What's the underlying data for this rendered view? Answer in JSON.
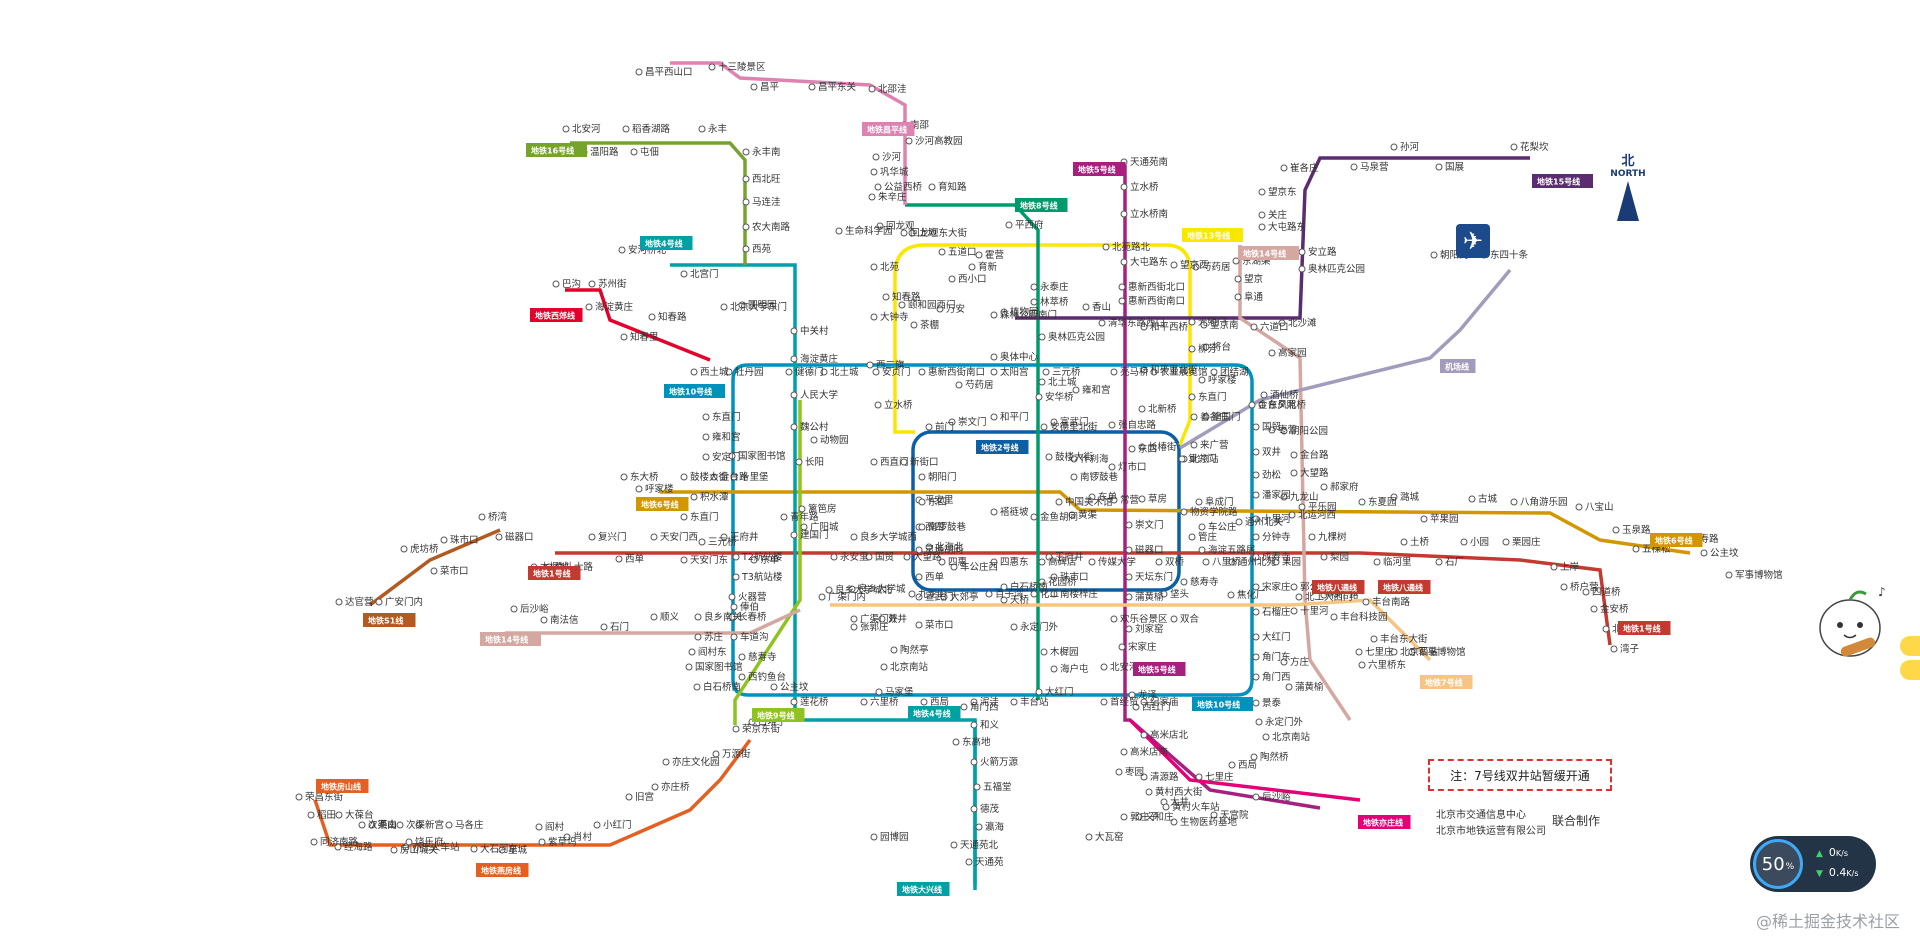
{
  "colors": {
    "line1": "#c23a30",
    "line2": "#0b5fa5",
    "line4": "#00a1a6",
    "line5": "#a6217f",
    "line6": "#d29700",
    "line7": "#f6c582",
    "line8": "#009b6b",
    "line9": "#8fc31f",
    "line10": "#0092bc",
    "line13": "#f9e700",
    "line14": "#d5a7a1",
    "line15": "#5b2c6f",
    "line16": "#76a32e",
    "changping": "#de82b2",
    "fangshan": "#e46022",
    "yanfang": "#e46022",
    "yizhuang": "#e40077",
    "daxing": "#00a1a6",
    "s1": "#b35a20",
    "xijiao": "#e4002b",
    "batong": "#c23a30",
    "airport": "#a29bbb",
    "capital_airport": "#a29bbb"
  },
  "badges": [
    {
      "name": "changping-badge",
      "text": "地铁昌平线",
      "color": "#de82b2"
    },
    {
      "name": "line16-badge",
      "text": "地铁16号线",
      "color": "#76a32e"
    },
    {
      "name": "line4-badge",
      "text": "地铁4号线",
      "color": "#00a1a6"
    },
    {
      "name": "line8-badge",
      "text": "地铁8号线",
      "color": "#009b6b"
    },
    {
      "name": "line5-badge",
      "text": "地铁5号线",
      "color": "#a6217f"
    },
    {
      "name": "line13-badge",
      "text": "地铁13号线",
      "color": "#f9e700"
    },
    {
      "name": "line14-badge-north",
      "text": "地铁14号线",
      "color": "#d5a7a1"
    },
    {
      "name": "line15-badge",
      "text": "地铁15号线",
      "color": "#5b2c6f"
    },
    {
      "name": "xijiao-badge",
      "text": "地铁西郊线",
      "color": "#e4002b"
    },
    {
      "name": "line10-badge",
      "text": "地铁10号线",
      "color": "#0092bc"
    },
    {
      "name": "airport-badge",
      "text": "机场线",
      "color": "#a29bbb"
    },
    {
      "name": "line2-badge",
      "text": "地铁2号线",
      "color": "#0b5fa5"
    },
    {
      "name": "line6-badge-west",
      "text": "地铁6号线",
      "color": "#d29700"
    },
    {
      "name": "line6-badge-east",
      "text": "地铁6号线",
      "color": "#d29700"
    },
    {
      "name": "line1-badge",
      "text": "地铁1号线",
      "color": "#c23a30"
    },
    {
      "name": "batong-badge",
      "text": "地铁八通线",
      "color": "#c23a30"
    },
    {
      "name": "batong-badge-2",
      "text": "地铁八通线",
      "color": "#c23a30"
    },
    {
      "name": "line1-badge-east",
      "text": "地铁1号线",
      "color": "#c23a30"
    },
    {
      "name": "s1-badge",
      "text": "地铁S1线",
      "color": "#b35a20"
    },
    {
      "name": "line14-badge-west",
      "text": "地铁14号线",
      "color": "#d5a7a1"
    },
    {
      "name": "line9-badge",
      "text": "地铁9号线",
      "color": "#8fc31f"
    },
    {
      "name": "line4-badge-south",
      "text": "地铁4号线",
      "color": "#00a1a6"
    },
    {
      "name": "line5-badge-south",
      "text": "地铁5号线",
      "color": "#a6217f"
    },
    {
      "name": "line10-badge-south",
      "text": "地铁10号线",
      "color": "#0092bc"
    },
    {
      "name": "line7-badge",
      "text": "地铁7号线",
      "color": "#f6c582"
    },
    {
      "name": "fangshan-badge",
      "text": "地铁房山线",
      "color": "#e46022"
    },
    {
      "name": "yanfang-badge",
      "text": "地铁燕房线",
      "color": "#e46022"
    },
    {
      "name": "yizhuang-badge",
      "text": "地铁亦庄线",
      "color": "#e40077"
    },
    {
      "name": "daxing-badge",
      "text": "地铁大兴线",
      "color": "#00a1a6"
    }
  ],
  "stations": [
    "昌平西山口",
    "十三陵景区",
    "昌平",
    "昌平东关",
    "北邵洼",
    "南邵",
    "沙河高教园",
    "沙河",
    "巩华城",
    "朱辛庄",
    "生命科学园",
    "北安河",
    "稻香湖路",
    "永丰",
    "温阳路",
    "屯佃",
    "永丰南",
    "西北旺",
    "马连洼",
    "农大南路",
    "西苑",
    "安河桥北",
    "北宫门",
    "圆明园",
    "北京大学东门",
    "中关村",
    "海淀黄庄",
    "人民大学",
    "魏公村",
    "国家图书馆",
    "动物园",
    "西直门",
    "新街口",
    "平安里",
    "西四",
    "灵境胡同",
    "西单",
    "宣武门",
    "菜市口",
    "陶然亭",
    "北京南站",
    "马家堡",
    "角门西",
    "公益西桥",
    "育知路",
    "平西府",
    "回龙观东大街",
    "霍营",
    "育新",
    "西小口",
    "永泰庄",
    "林萃桥",
    "森林公园南门",
    "奥林匹克公园",
    "奥体中心",
    "北土城",
    "安华桥",
    "安德里北街",
    "鼓楼大街",
    "什刹海",
    "南锣鼓巷",
    "中国美术馆",
    "金鱼胡同",
    "王府井",
    "珠市口",
    "天桥",
    "永定门外",
    "木樨园",
    "海户屯",
    "大红门",
    "和义",
    "东高地",
    "火箭万源",
    "五福堂",
    "德茂",
    "瀛海",
    "天通苑北",
    "天通苑",
    "天通苑南",
    "立水桥",
    "立水桥南",
    "北苑路北",
    "大屯路东",
    "惠新西街北口",
    "惠新西街南口",
    "和平西桥",
    "和平里北街",
    "雍和宫",
    "北新桥",
    "张自忠路",
    "东四",
    "灯市口",
    "东单",
    "崇文门",
    "磁器口",
    "天坛东门",
    "蒲黄榆",
    "刘家窑",
    "宋家庄",
    "北安河",
    "龙泽",
    "回龙观",
    "上地",
    "五道口",
    "知春路",
    "大钟寺",
    "西二旗",
    "立水桥",
    "北苑",
    "望京西",
    "芍药居",
    "光熙门",
    "柳芳",
    "东直门",
    "善各庄",
    "来广营",
    "东湖渠",
    "望京",
    "阜通",
    "望京南",
    "将台",
    "高家园",
    "酒仙桥",
    "东风北桥",
    "枣营",
    "朝阳公园",
    "金台路",
    "大望路",
    "九龙山",
    "平乐园",
    "北工大西门",
    "十里河",
    "方庄",
    "蒲黄榆",
    "景泰",
    "永定门外",
    "北京南站",
    "陶然桥",
    "西局",
    "七里庄",
    "大井",
    "郭庄子",
    "大瓦窑",
    "园博园",
    "张郭庄",
    "俸伯",
    "顺义",
    "石门",
    "南法信",
    "后沙峪",
    "花梨坎",
    "国展",
    "孙河",
    "马泉营",
    "崔各庄",
    "望京东",
    "关庄",
    "大屯路东",
    "安立路",
    "奥林匹克公园",
    "北沙滩",
    "六道口",
    "清华东路西口",
    "香山",
    "植物园",
    "万安",
    "茶棚",
    "颐和园西门",
    "巴沟",
    "苏州街",
    "海淀黄庄",
    "知春里",
    "知春路",
    "西土城",
    "牡丹园",
    "健德门",
    "北土城",
    "安贞门",
    "惠新西街南口",
    "芍药居",
    "太阳宫",
    "三元桥",
    "亮马桥",
    "农业展览馆",
    "团结湖",
    "呼家楼",
    "金台夕照",
    "国贸",
    "双井",
    "劲松",
    "潘家园",
    "十里河",
    "分钟寺",
    "成寿寺",
    "宋家庄",
    "石榴庄",
    "大红门",
    "角门东",
    "角门西",
    "草桥",
    "纪家庙",
    "首经贸",
    "丰台站",
    "泥洼",
    "西局",
    "六里桥",
    "莲花桥",
    "公主坟",
    "西钓鱼台",
    "慈寿寺",
    "车道沟",
    "长春桥",
    "火器营",
    "T3航站楼",
    "T2航站楼",
    "三元桥",
    "东直门",
    "积水潭",
    "鼓楼大街",
    "安定门",
    "雍和宫",
    "东直门",
    "东四十条",
    "朝阳门",
    "建国门",
    "北京站",
    "崇文门",
    "前门",
    "和平门",
    "宣武门",
    "长椿街",
    "复兴门",
    "阜成门",
    "车公庄",
    "海淀五路居",
    "慈寿寺",
    "花园桥",
    "白石桥南",
    "车公庄西",
    "北海北",
    "南锣鼓巷",
    "东四",
    "朝阳门",
    "东大桥",
    "呼家楼",
    "金台路",
    "十里堡",
    "青年路",
    "褡裢坡",
    "黄渠",
    "常营",
    "草房",
    "物资学院路",
    "通州北关",
    "北运河西",
    "郝家府",
    "东夏园",
    "潞城",
    "苹果园",
    "古城",
    "八角游乐园",
    "八宝山",
    "玉泉路",
    "五棵松",
    "万寿路",
    "公主坟",
    "军事博物馆",
    "木樨地",
    "南礼士路",
    "复兴门",
    "西单",
    "天安门西",
    "天安门东",
    "王府井",
    "东单",
    "建国门",
    "永安里",
    "国贸",
    "大望路",
    "四惠",
    "四惠东",
    "高碑店",
    "传媒大学",
    "双桥",
    "管庄",
    "八里桥",
    "通州北苑",
    "果园",
    "九棵树",
    "梨园",
    "临河里",
    "土桥",
    "石厂",
    "小园",
    "栗园庄",
    "上岸",
    "桥户营",
    "四道桥",
    "金安桥",
    "北京西站",
    "湾子",
    "达官营",
    "广安门内",
    "菜市口",
    "虎坊桥",
    "珠市口",
    "桥湾",
    "磁器口",
    "广渠门内",
    "广渠门外",
    "双井",
    "九龙山",
    "大郊亭",
    "百子湾",
    "化工",
    "南楼梓庄",
    "欢乐谷景区",
    "垡头",
    "双合",
    "焦化厂",
    "郭公庄",
    "丰台科技园",
    "科怡路",
    "丰台南路",
    "丰台东大街",
    "七里庄",
    "六里桥东",
    "北京西站",
    "军事博物馆",
    "白堆子",
    "白石桥南",
    "国家图书馆",
    "阎村东",
    "苏庄",
    "良乡南关",
    "良乡大学城西",
    "良乡大学城",
    "良乡大学城北",
    "广阳城",
    "篱笆房",
    "长阳",
    "稻田",
    "大葆台",
    "燕山",
    "房山城关",
    "饶乐府",
    "马各庄",
    "大石河东",
    "星城",
    "阎村",
    "紫草坞",
    "肖村",
    "小红门",
    "旧宫",
    "亦庄桥",
    "亦庄文化园",
    "万源街",
    "荣京东街",
    "荣昌东街",
    "同济南路",
    "经海路",
    "次渠南",
    "次渠",
    "亦庄火车站",
    "新宫",
    "西红门",
    "高米店北",
    "高米店南",
    "枣园",
    "清源路",
    "黄村西大街",
    "黄村火车站",
    "义和庄",
    "生物医药基地",
    "天宫院",
    "后沙峪"
  ],
  "note": {
    "text": "注：7号线双井站暂缓开通"
  },
  "credits": {
    "line1": "北京市交通信息中心",
    "line2": "北京市地铁运营有限公司",
    "joint": "联合制作"
  },
  "north": {
    "cn": "北",
    "en": "NORTH"
  },
  "widget": {
    "percent": "50",
    "percent_unit": "%",
    "up": "0",
    "down": "0.4",
    "unit": "K/s"
  },
  "watermark": {
    "text": "@稀土掘金技术社区"
  }
}
